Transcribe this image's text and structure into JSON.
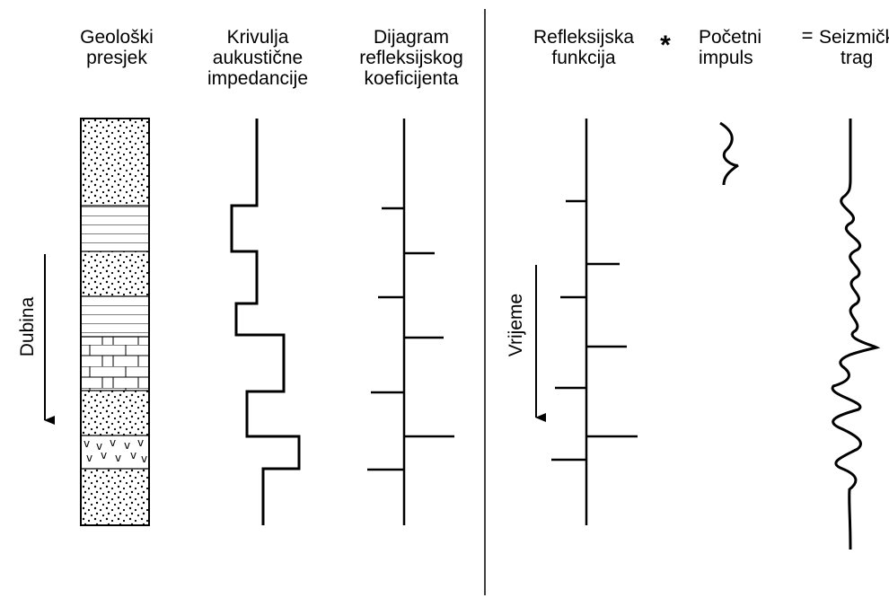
{
  "labels": {
    "geoloski_presjek": [
      "Geološki",
      "presjek"
    ],
    "krivulja": [
      "Krivulja",
      "aukustične",
      "impedancije"
    ],
    "dijagram": [
      "Dijagram",
      "refleksijskog",
      "koeficijenta"
    ],
    "refleksijska_funkcija": [
      "Refleksijska",
      "funkcija"
    ],
    "pocetni_impuls": [
      "Početni",
      "impuls"
    ],
    "seizmicki_trag": [
      "Seizmički",
      "trag"
    ],
    "dubina": "Dubina",
    "vrijeme": "Vrijeme"
  },
  "operators": {
    "convolution": "*",
    "equals": "="
  }
}
